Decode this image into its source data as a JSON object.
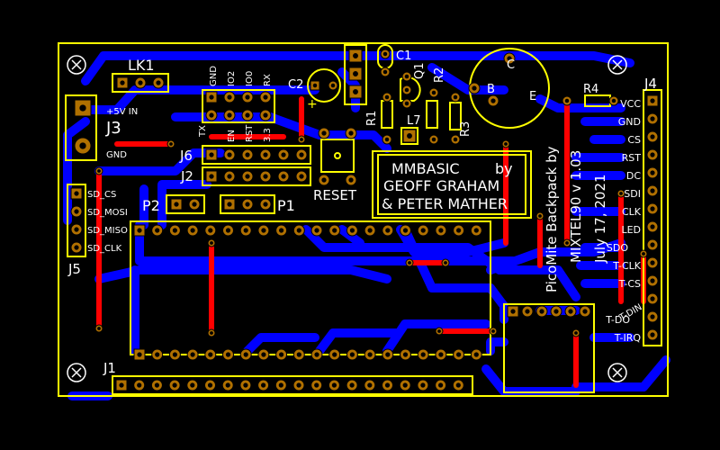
{
  "labels": {
    "lk1": "LK1",
    "c1": "C1",
    "c2": "C2",
    "q1": "Q1",
    "r1": "R1",
    "r2": "R2",
    "r3": "R3",
    "r4": "R4",
    "l7": "L7",
    "j1": "J1",
    "j2": "J2",
    "j3": "J3",
    "j4": "J4",
    "j5": "J5",
    "j6": "J6",
    "p1": "P1",
    "p2": "P2",
    "reset": "RESET",
    "plus5vin": "+5V IN",
    "gnd_j3": "GND",
    "b": "B",
    "c": "C",
    "e": "E",
    "plus": "+"
  },
  "header_top": [
    "GND",
    "IO2",
    "IO0",
    "RX"
  ],
  "header_j6": [
    "TX",
    "EN",
    "RST",
    "3.3"
  ],
  "j5_pins": [
    "SD_CS",
    "SD_MOSI",
    "SD_MISO",
    "SD_CLK"
  ],
  "j4_pins": [
    "VCC",
    "GND",
    "CS",
    "RST",
    "DC",
    "SDI",
    "CLK",
    "LED",
    "SDO",
    "T-CLK",
    "T-CS",
    "T-DIN",
    "T-DO",
    "T-IRQ"
  ],
  "title_box": {
    "line1": "MMBASIC",
    "line1b": "by",
    "line2": "GEOFF GRAHAM",
    "line3": "& PETER MATHER"
  },
  "vertical_text": {
    "line1": "PicoMite Backpack by",
    "line2": "MIXTEL90    v 1.03",
    "line3": "July 17, 2021"
  },
  "colors": {
    "background": "#000000",
    "silkscreen": "#ffff00",
    "bottom_trace": "#0000ff",
    "top_trace": "#ff0000",
    "pad": "#b07000",
    "text": "#ffffff"
  }
}
